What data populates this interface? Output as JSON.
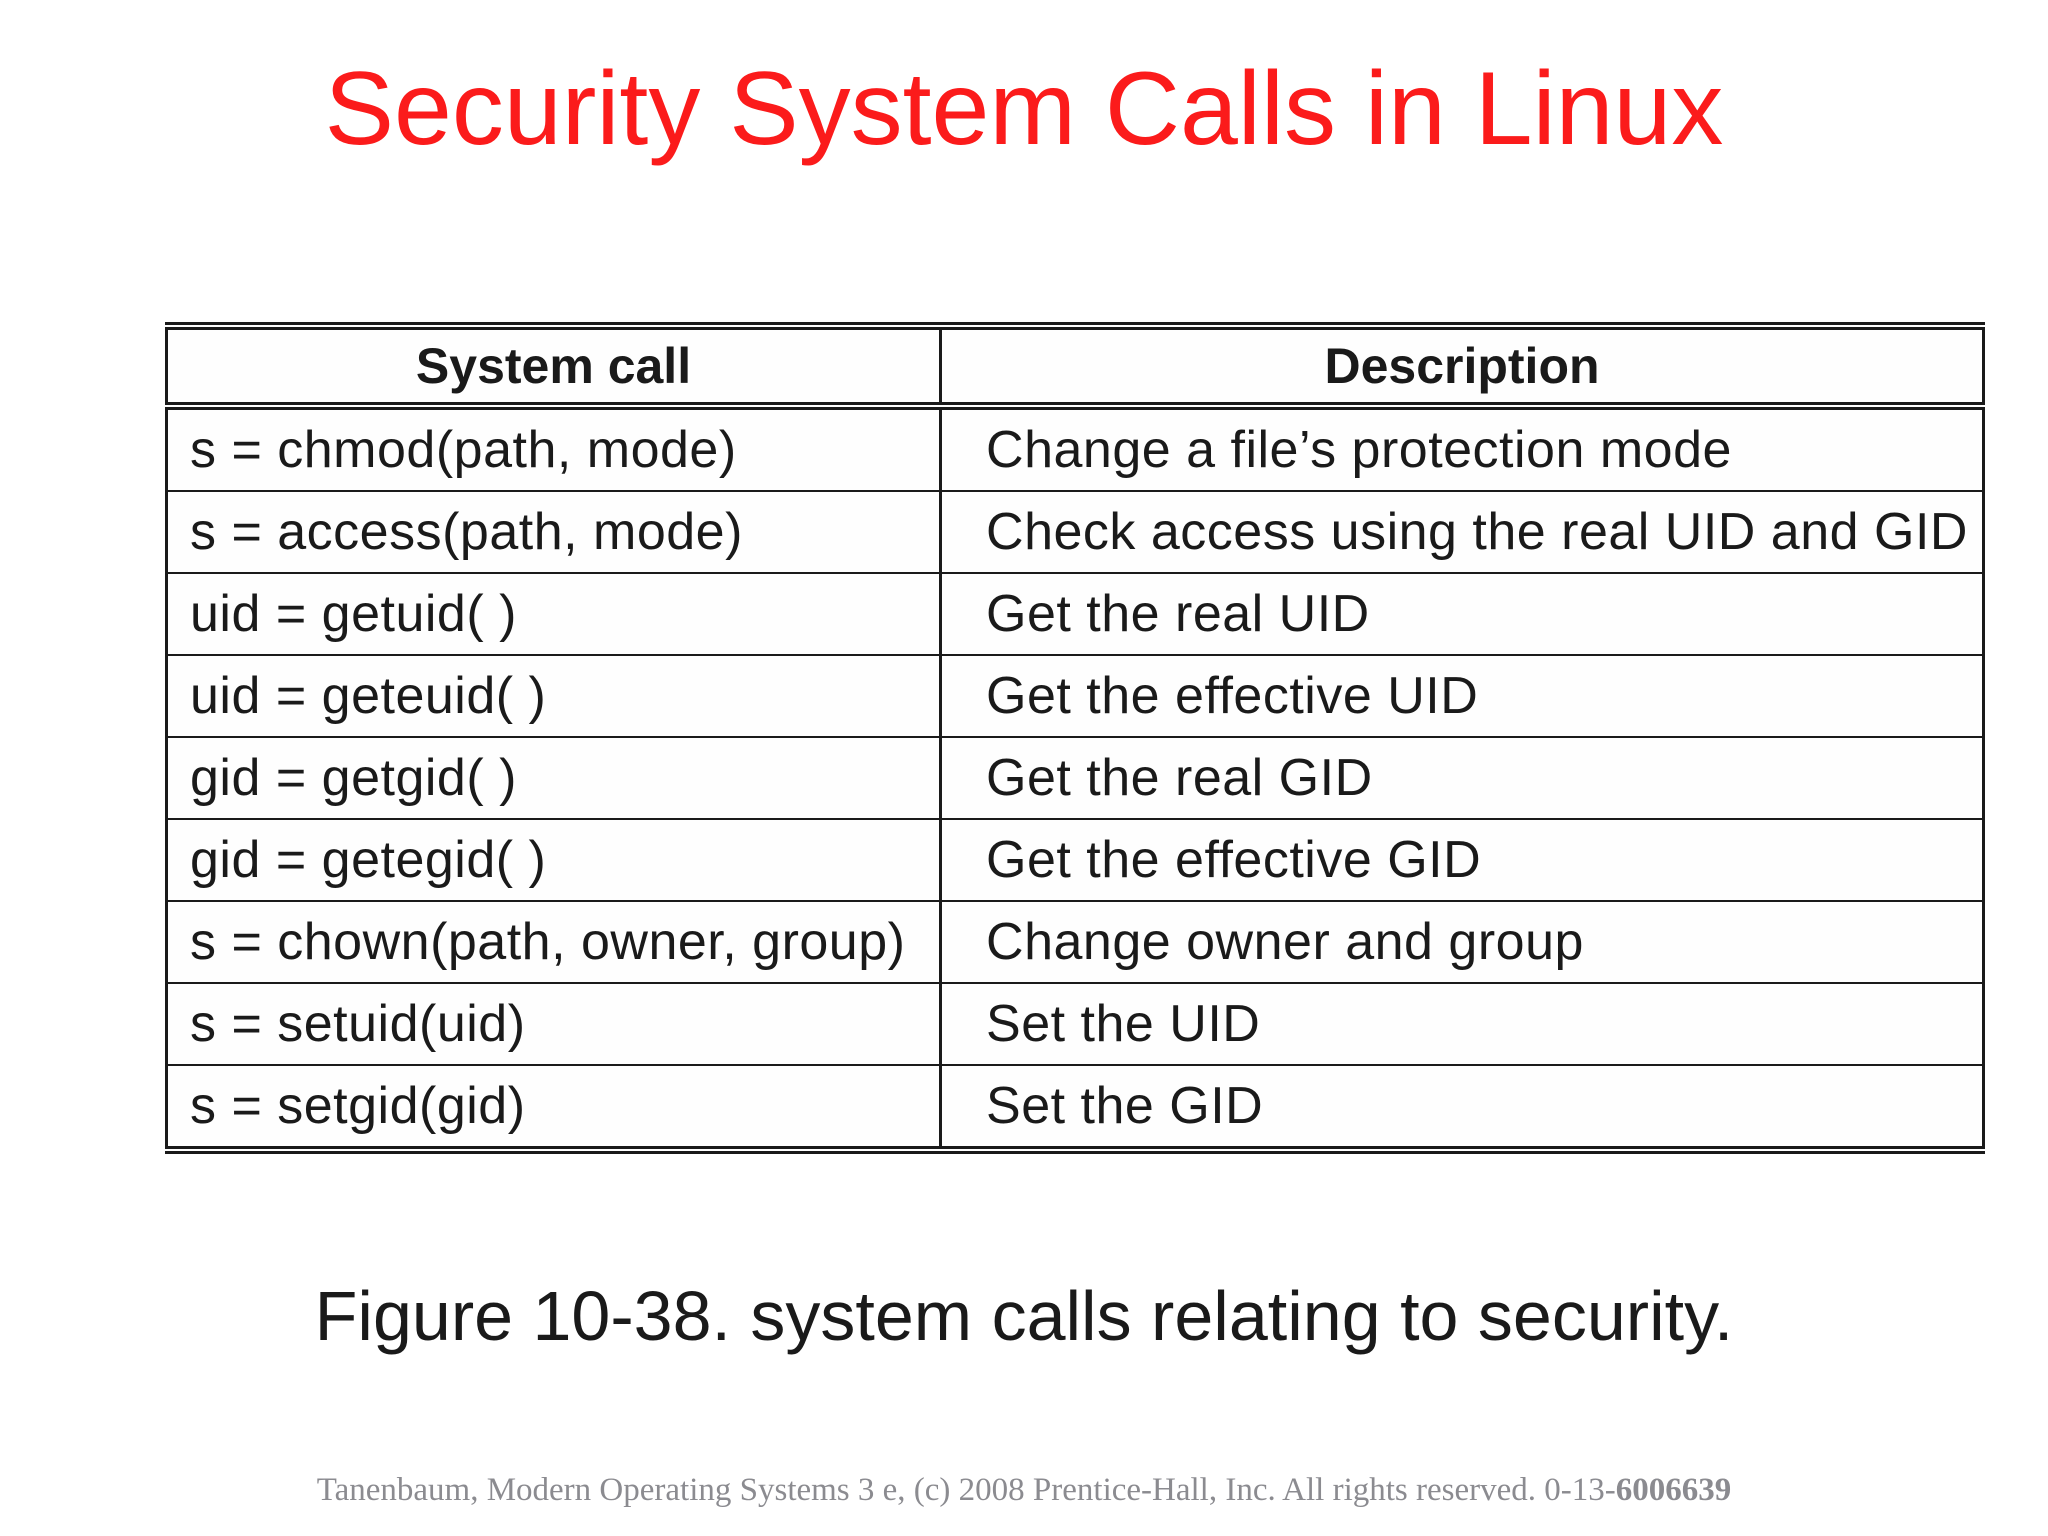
{
  "slide": {
    "title": "Security System Calls in Linux",
    "caption": "Figure 10-38. system calls relating to security."
  },
  "table": {
    "headers": [
      "System call",
      "Description"
    ],
    "rows": [
      {
        "call": "s = chmod(path, mode)",
        "description": "Change a file’s protection mode"
      },
      {
        "call": "s = access(path, mode)",
        "description": "Check access using the real UID and GID"
      },
      {
        "call": "uid = getuid( )",
        "description": "Get the real UID"
      },
      {
        "call": "uid = geteuid( )",
        "description": "Get the effective UID"
      },
      {
        "call": "gid = getgid( )",
        "description": "Get the real GID"
      },
      {
        "call": "gid = getegid( )",
        "description": "Get the effective GID"
      },
      {
        "call": "s = chown(path, owner, group)",
        "description": "Change owner and group"
      },
      {
        "call": "s = setuid(uid)",
        "description": "Set the UID"
      },
      {
        "call": "s = setgid(gid)",
        "description": "Set the GID"
      }
    ]
  },
  "footer": {
    "text": "Tanenbaum, Modern Operating Systems 3 e, (c) 2008 Prentice-Hall, Inc. All rights reserved. 0-13-",
    "code_bold": "6006639"
  },
  "colors": {
    "title_red": "#fb1b1b",
    "body_text": "#1a1a1a",
    "footer_gray": "#8b8b90"
  }
}
